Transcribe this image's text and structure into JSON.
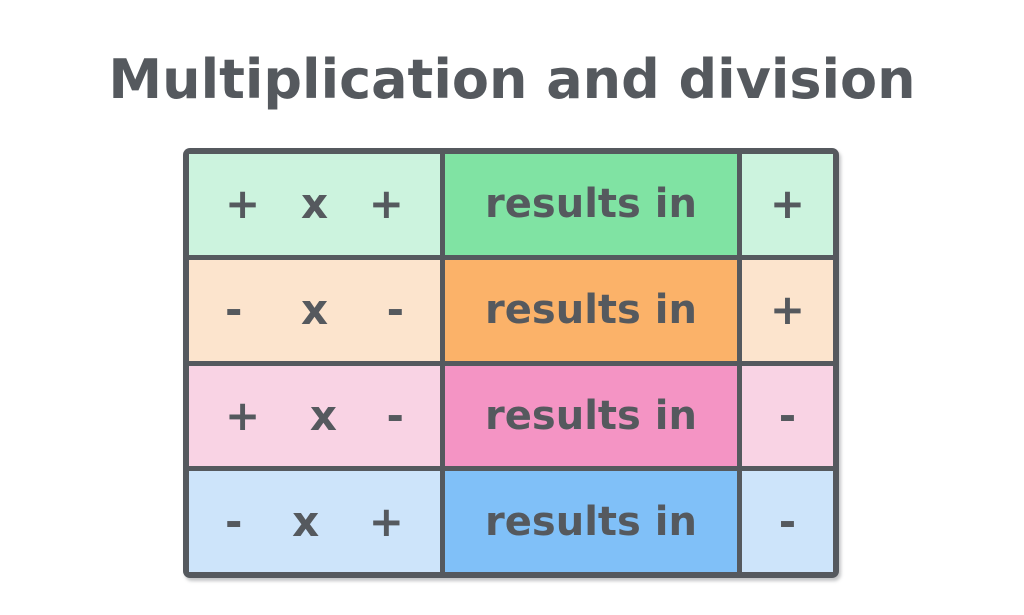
{
  "title": "Multiplication and division",
  "colors": {
    "text": "#55595e",
    "border": "#55595e",
    "background": "#ffffff"
  },
  "table": {
    "rows": [
      {
        "operand_a": "+",
        "operator": "x",
        "operand_b": "+",
        "label": "results in",
        "result": "+",
        "cell_bg": "#ccf3de",
        "band_bg": "#80e3a3"
      },
      {
        "operand_a": "-",
        "operator": "x",
        "operand_b": "-",
        "label": "results in",
        "result": "+",
        "cell_bg": "#fce4cd",
        "band_bg": "#fbb269"
      },
      {
        "operand_a": "+",
        "operator": "x",
        "operand_b": "-",
        "label": "results in",
        "result": "-",
        "cell_bg": "#f9d3e4",
        "band_bg": "#f494c4"
      },
      {
        "operand_a": "-",
        "operator": "x",
        "operand_b": "+",
        "label": "results in",
        "result": "-",
        "cell_bg": "#cde4fa",
        "band_bg": "#80c0f8"
      }
    ]
  }
}
